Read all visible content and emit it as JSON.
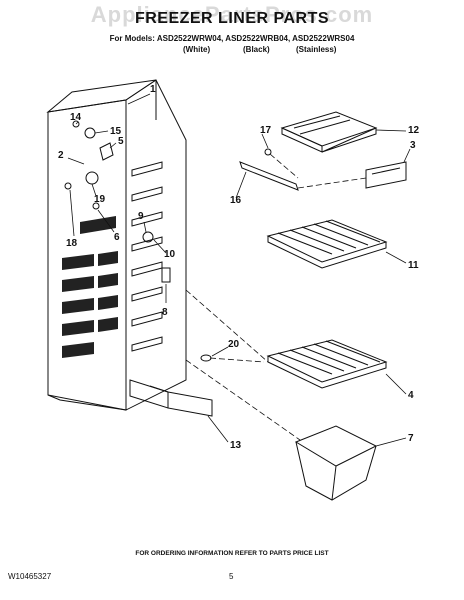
{
  "watermark": "AppliancePartsPros.com",
  "header": {
    "title": "FREEZER LINER PARTS",
    "models_line": "For Models: ASD2522WRW04, ASD2522WRB04, ASD2522WRS04",
    "variants": [
      "(White)",
      "(Black)",
      "(Stainless)"
    ]
  },
  "callouts": [
    "1",
    "14",
    "15",
    "2",
    "5",
    "19",
    "18",
    "6",
    "9",
    "10",
    "8",
    "20",
    "13",
    "17",
    "12",
    "3",
    "16",
    "11",
    "4",
    "7"
  ],
  "footer": {
    "note": "FOR ORDERING INFORMATION REFER TO PARTS PRICE LIST",
    "doc_number": "W10465327",
    "page_number": "5"
  }
}
